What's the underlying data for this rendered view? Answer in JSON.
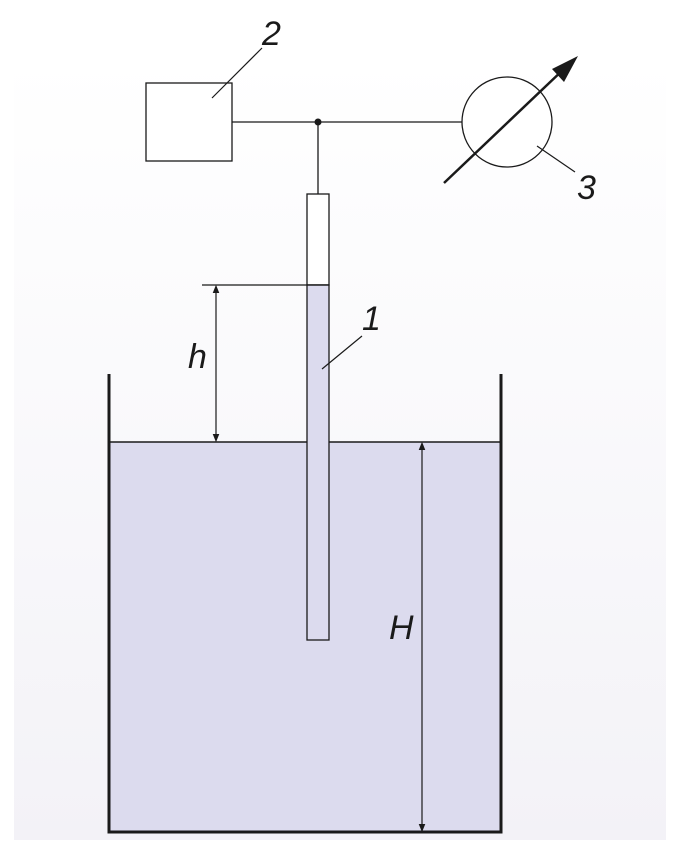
{
  "diagram": {
    "labels": {
      "tube": "1",
      "device_box": "2",
      "meter": "3",
      "height_above": "h",
      "liquid_depth": "H"
    },
    "colors": {
      "liquid": "#dcdbee",
      "background_top": "#ffffff",
      "background_bottom": "#f3f2f7",
      "line": "#1a1a1a"
    }
  }
}
